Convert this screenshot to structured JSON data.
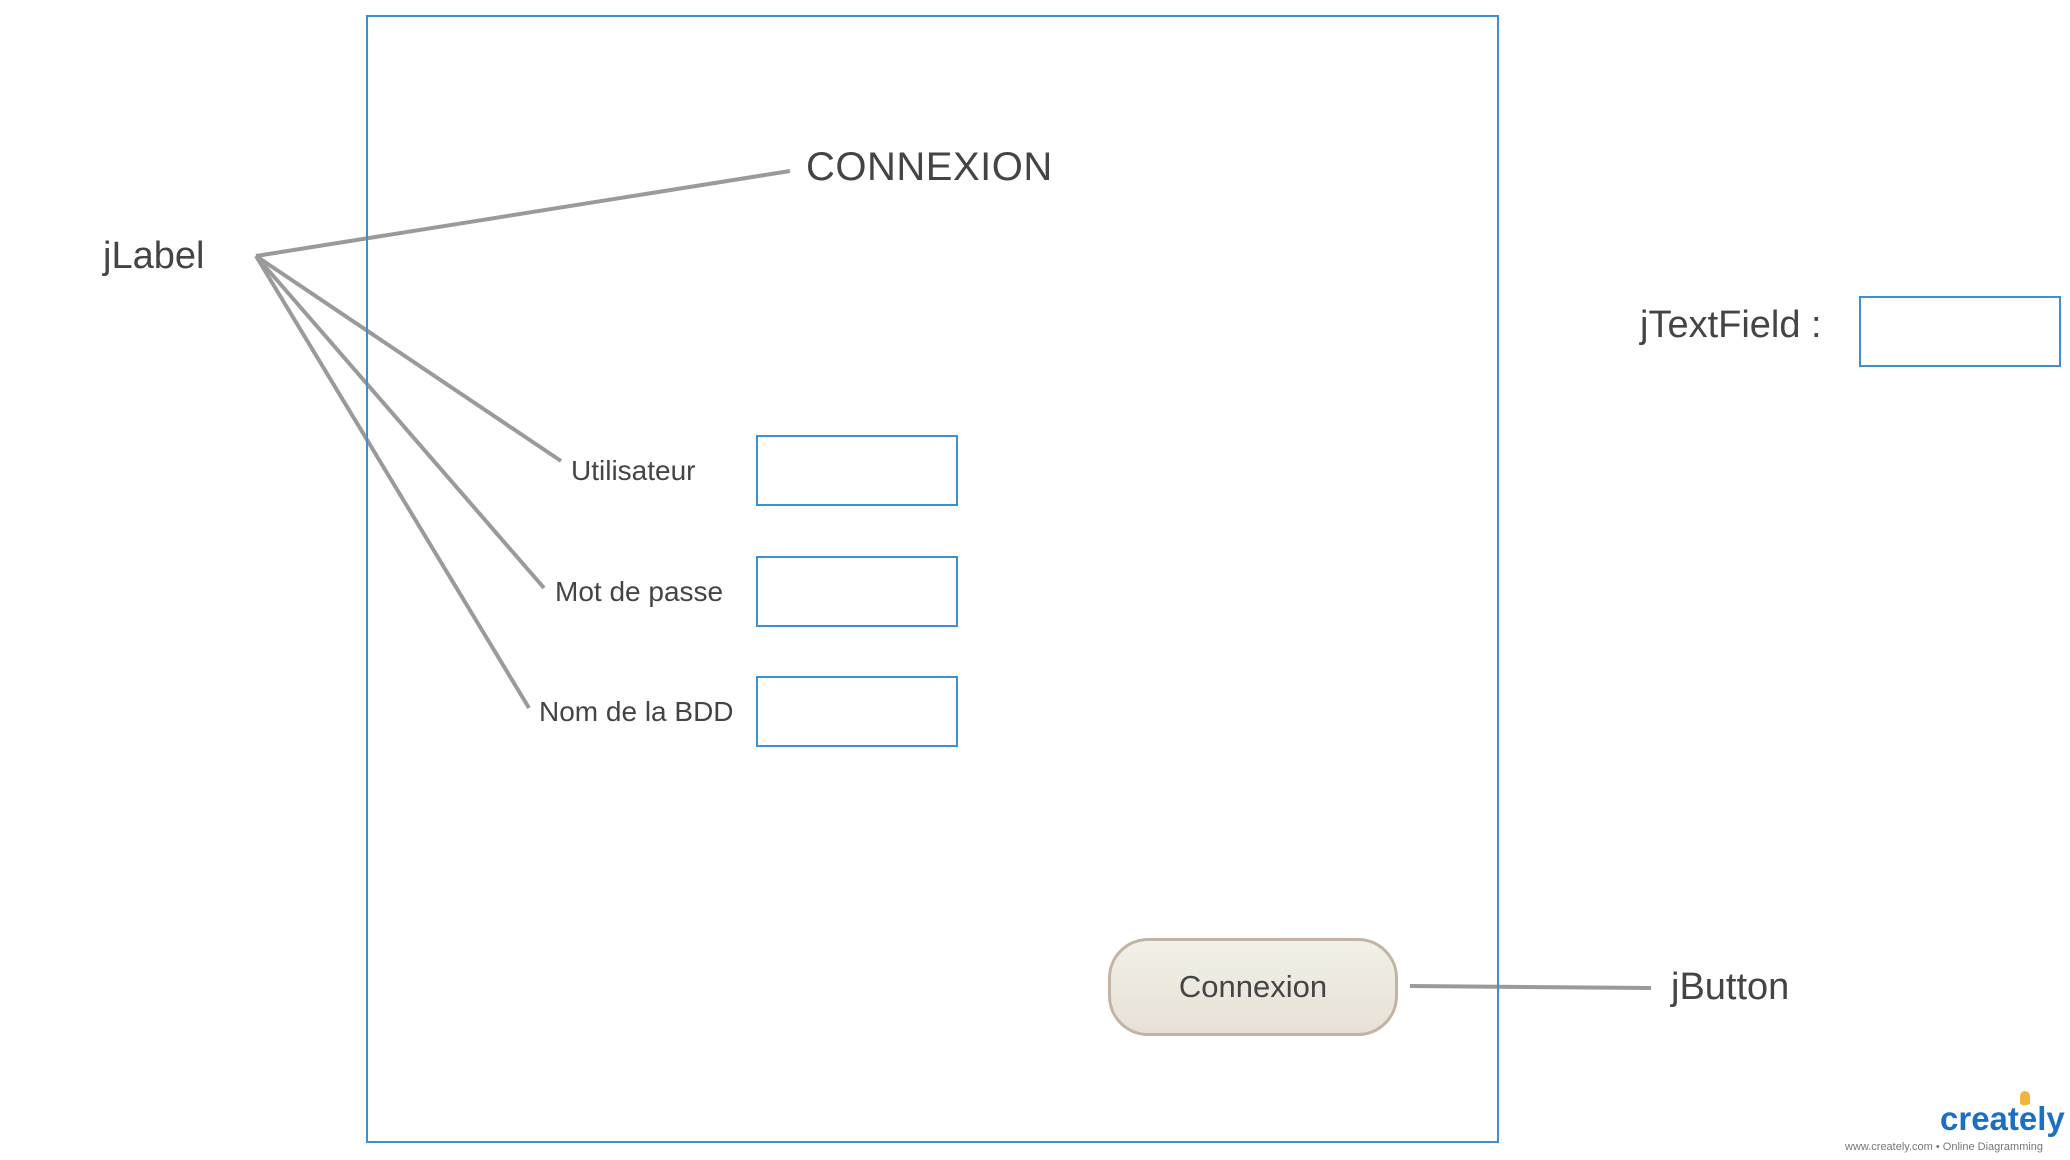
{
  "annotations": {
    "jlabel": "jLabel",
    "jtextfield": "jTextField :",
    "jbutton": "jButton"
  },
  "form": {
    "title": "CONNEXION",
    "fields": [
      {
        "label": "Utilisateur",
        "value": ""
      },
      {
        "label": "Mot de passe",
        "value": ""
      },
      {
        "label": "Nom de la BDD",
        "value": ""
      }
    ],
    "button_label": "Connexion"
  },
  "legend_field_value": "",
  "branding": {
    "name": "creately",
    "tagline": "www.creately.com • Online Diagramming"
  },
  "colors": {
    "frame_border": "#3d8fd1",
    "connector": "#9a9a9a",
    "text": "#444444",
    "button_border": "#c2b3a3",
    "brand": "#1f6fc0"
  }
}
